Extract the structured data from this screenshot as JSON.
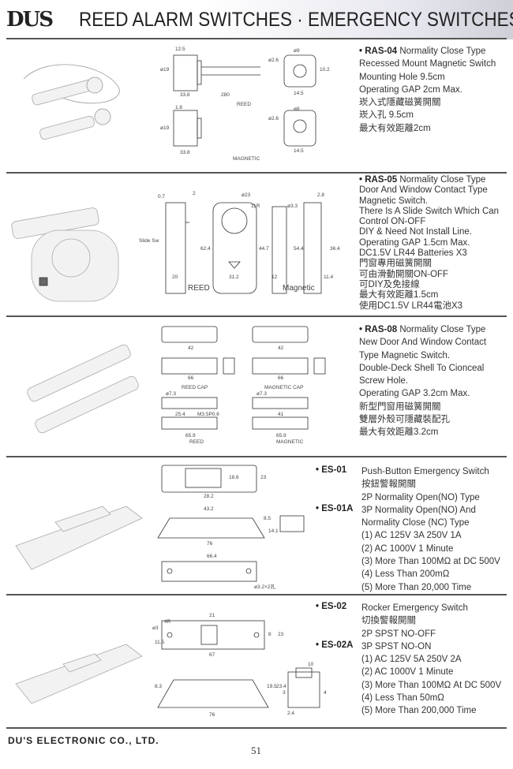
{
  "header": {
    "logo": "DUS",
    "title": "REED ALARM SWITCHES · EMERGENCY SWITCHES"
  },
  "sections": [
    {
      "code": "• RAS-04",
      "lines": [
        "Normality Close Type",
        "Recessed Mount Magnetic Switch",
        "Mounting Hole 9.5cm",
        "Operating GAP 2cm Max.",
        "崁入式隱藏磁簧開關",
        "崁入孔 9.5cm",
        "最大有效距離2cm"
      ],
      "dims": [
        "12.5",
        "ø19",
        "33.8",
        "280",
        "REED",
        "ø2.6",
        "ø9",
        "14.5",
        "10.2",
        "1.8",
        "ø19",
        "33.8",
        "MAGNETIC",
        "ø2.6",
        "ø8",
        "14.5"
      ]
    },
    {
      "code": "• RAS-05",
      "lines": [
        "Normality Close Type",
        "Door And Window Contact Type",
        "Magnetic Switch.",
        "There Is A Slide Switch Which Can",
        "Control ON-OFF",
        "DIY & Need Not Install Line.",
        "Operating GAP 1.5cm Max.",
        "DC1.5V LR44 Batteries X3",
        "門窗專用磁簧開關",
        "可由滑動開關ON-OFF",
        "可DIY及免接線",
        "最大有效距離1.5cm",
        "使用DC1.5V LR44電池X3"
      ],
      "dims": [
        "0.7",
        "2",
        "ø23",
        "11R",
        "ø3.3",
        "2.8",
        "Slide Sw",
        "62.4",
        "44.7",
        "54.4",
        "36.4",
        "20",
        "31.2",
        "12",
        "11.4",
        "REED",
        "Magnetic"
      ]
    },
    {
      "code": "• RAS-08",
      "lines": [
        "Normality Close Type",
        "New Door And Window Contact",
        "Type Magnetic Switch.",
        "Double-Deck Shell To Cionceal",
        "Screw Hole.",
        "Operating GAP 3.2cm Max.",
        "新型門窗用磁簧開關",
        "雙層外殼可隱藏裝配孔",
        "最大有效距離3.2cm"
      ],
      "dims": [
        "42",
        "66",
        "REED CAP",
        "ø7.3",
        "25.4",
        "M3.5P0.6",
        "65.9",
        "REED",
        "42",
        "66",
        "MAGNETIC CAP",
        "ø7.3",
        "41",
        "65.9",
        "MAGNETIC"
      ]
    },
    {
      "items": [
        {
          "code": "• ES-01",
          "lines": [
            "Push-Button Emergency Switch",
            "按鈕警報開關",
            "2P Normality Open(NO) Type"
          ]
        },
        {
          "code": "• ES-01A",
          "lines": [
            "3P Normality Open(NO) And",
            "Normality Close (NC) Type",
            "(1) AC 125V 3A 250V 1A",
            "(2) AC 1000V 1 Minute",
            "(3) More Than 100MΩ at DC 500V",
            "(4) Less Than 200mΩ",
            "(5) More Than 20,000 Time"
          ]
        }
      ],
      "dims": [
        "18.6",
        "23",
        "28.2",
        "43.2",
        "8.5",
        "14.1",
        "76",
        "66.4",
        "ø3.2×2孔"
      ]
    },
    {
      "items": [
        {
          "code": "• ES-02",
          "lines": [
            "Rocker Emergency Switch",
            "切換警報開關",
            "2P SPST NO-OFF"
          ]
        },
        {
          "code": "• ES-02A",
          "lines": [
            "3P SPST NO-ON",
            "(1) AC 125V 5A 250V 2A",
            "(2) AC 1000V 1 Minute",
            "(3) More Than 100MΩ At DC 500V",
            "(4) Less Than 50mΩ",
            "(5) More Than 200,000 Time"
          ]
        }
      ],
      "dims": [
        "21",
        "4R",
        "ø3",
        "11.5",
        "8",
        "23",
        "67",
        "10",
        "8.3",
        "19.5",
        "23.4",
        "76",
        "3",
        "4",
        "2.4"
      ]
    }
  ],
  "footer": {
    "company": "DU'S ELECTRONIC CO., LTD.",
    "page": "51"
  }
}
